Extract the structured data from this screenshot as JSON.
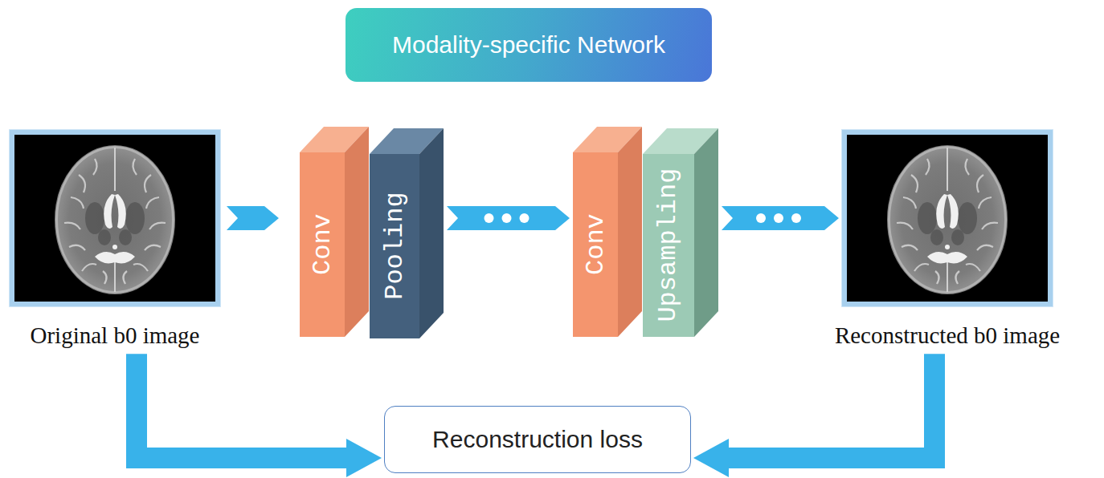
{
  "diagram": {
    "nodes": [
      {
        "text": [
          "Modality-specific Network"
        ]
      },
      {
        "text": [
          "Original b0 image"
        ]
      },
      {
        "text": [
          "Conv"
        ]
      },
      {
        "text": [
          "Pooling"
        ]
      },
      {
        "text": [
          "Conv"
        ]
      },
      {
        "text": [
          "Upsampling"
        ]
      },
      {
        "text": [
          "Reconstructed b0 image"
        ]
      },
      {
        "text": [
          "Reconstruction loss"
        ]
      }
    ],
    "edges": [
      {
        "from": 1,
        "to": 2,
        "arrow": "to"
      },
      {
        "from": 3,
        "to": 4,
        "arrow": "to"
      },
      {
        "from": 5,
        "to": 6,
        "arrow": "to"
      },
      {
        "from": 1,
        "to": 7,
        "arrow": "to"
      },
      {
        "from": 6,
        "to": 7,
        "arrow": "to"
      }
    ]
  }
}
